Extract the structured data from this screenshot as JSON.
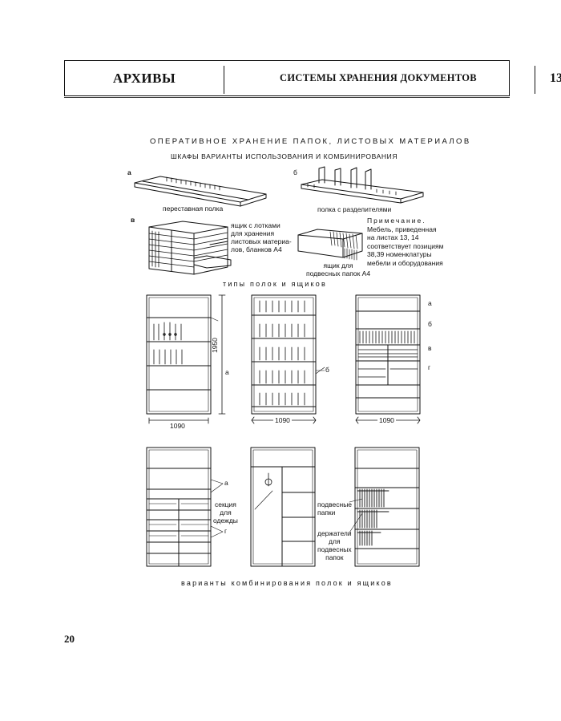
{
  "header": {
    "section": "АРХИВЫ",
    "subject": "СИСТЕМЫ ХРАНЕНИЯ ДОКУМЕНТОВ",
    "sheet": "13"
  },
  "titles": {
    "main": "ОПЕРАТИВНОЕ ХРАНЕНИЕ ПАПОК, ЛИСТОВЫХ МАТЕРИАЛОВ",
    "sub": "ШКАФЫ ВАРИАНТЫ ИСПОЛЬЗОВАНИЯ И КОМБИНИРОВАНИЯ",
    "types": "типы полок и ящиков",
    "variants": "варианты комбинирования полок и ящиков"
  },
  "items": {
    "a_letter": "а",
    "a_caption": "переставная полка",
    "b_letter": "б",
    "b_caption": "полка с разделителями",
    "v_letter": "в",
    "v_caption": [
      "ящик с лотками",
      "для хранения",
      "листовых материа-",
      "лов, бланков А4"
    ],
    "g_caption": [
      "ящик для",
      "подвесных папок А4"
    ]
  },
  "note": {
    "heading": "Примечание.",
    "lines": [
      "Мебель, приведенная",
      "на листах 13, 14",
      "соответствует позициям",
      "38,39 номенклатуры",
      "мебели и оборудования"
    ]
  },
  "dims": {
    "height": "1950",
    "width1": "1090",
    "width2": "1090",
    "width3": "1090"
  },
  "callouts": {
    "cab1_a": "а",
    "cab2_b": "б",
    "cab3_a": "а",
    "cab3_b": "б",
    "cab3_v": "в",
    "cab3_g": "г",
    "cab4_a": "а",
    "cab4_section": [
      "секция",
      "для",
      "одежды"
    ],
    "cab4_g": "г",
    "cab6_hanging": [
      "подвесные",
      "папки"
    ],
    "cab6_holders": [
      "держатели",
      "для",
      "подвесных",
      "папок"
    ]
  },
  "page_number": "20"
}
